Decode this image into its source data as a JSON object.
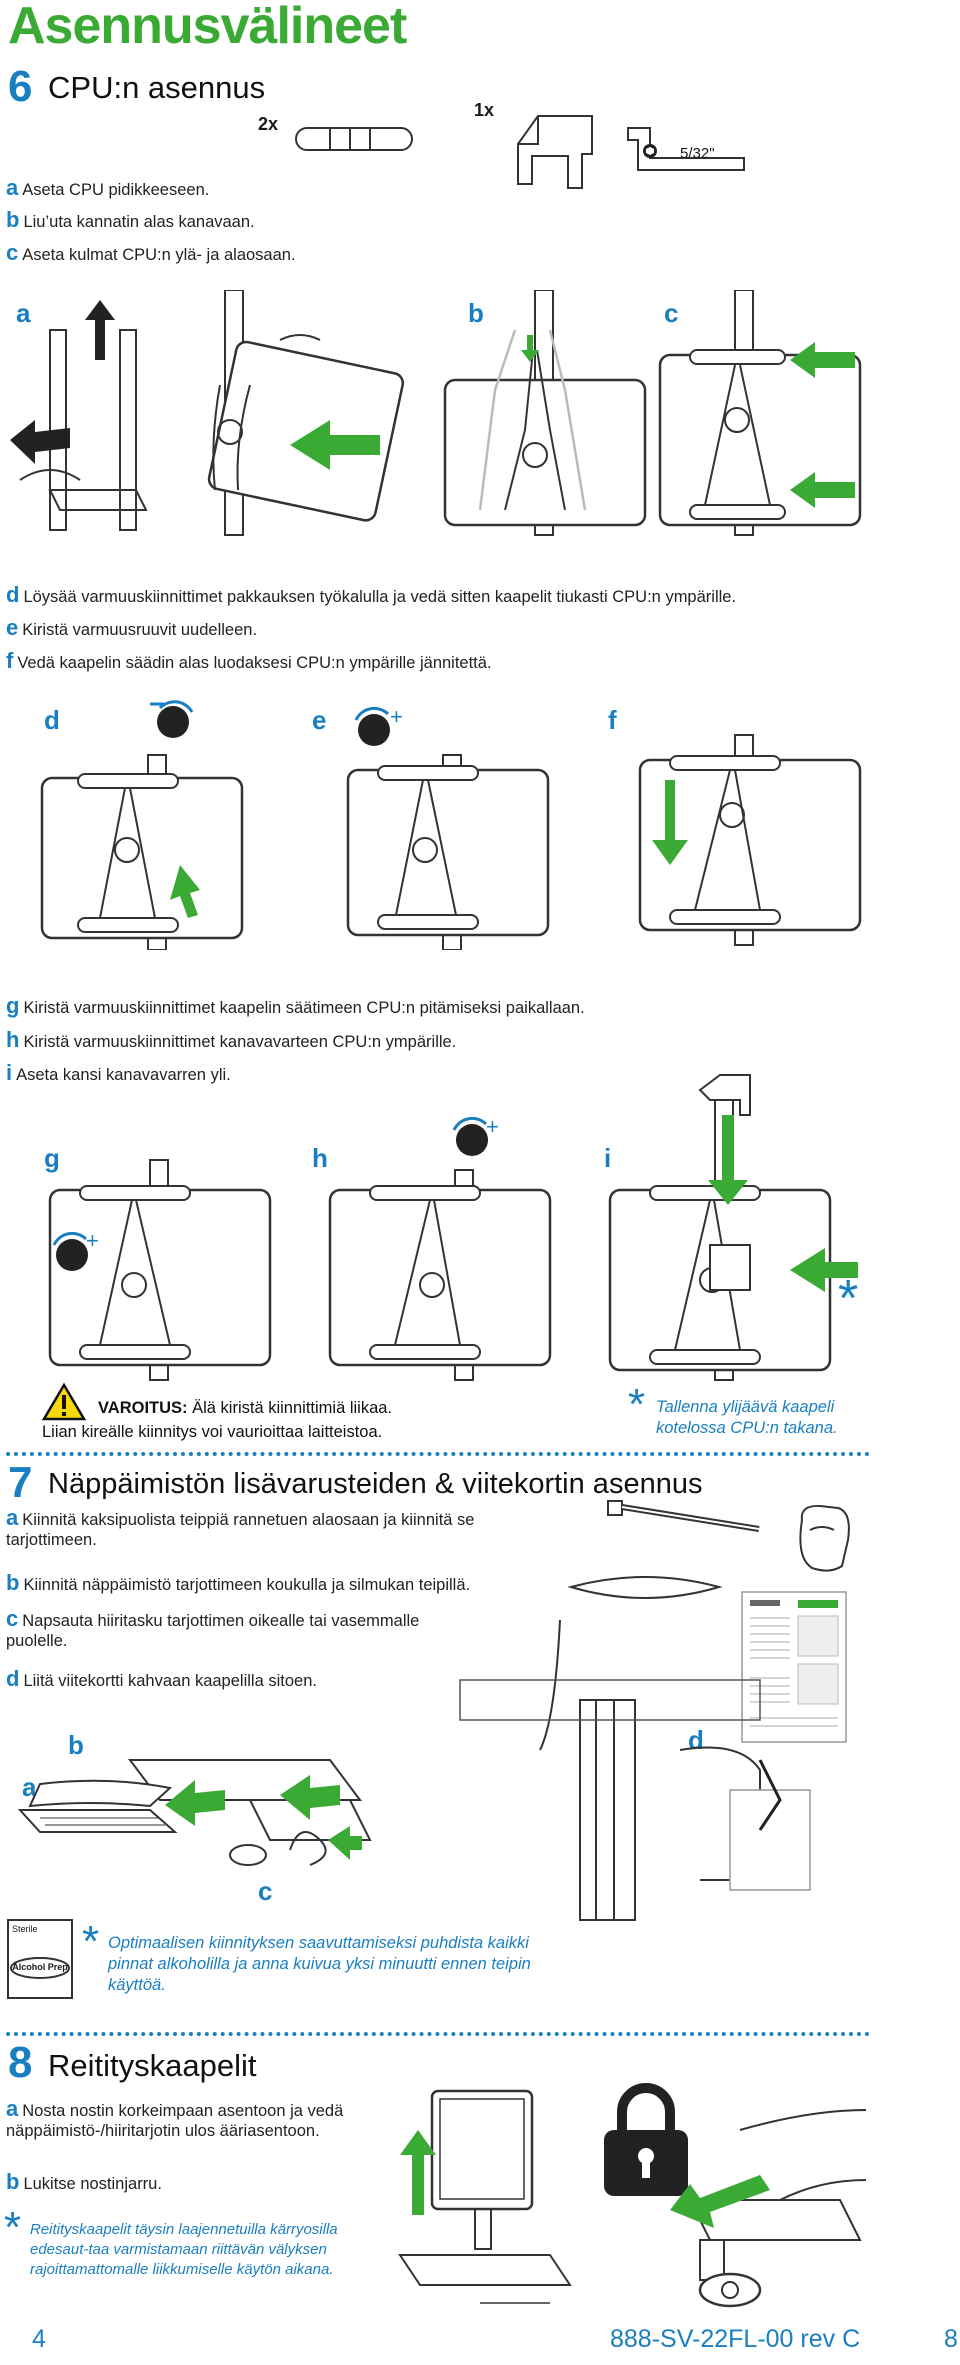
{
  "page": {
    "title": "Asennusvälineet",
    "page_number": "4",
    "doc_code": "888-SV-22FL-00 rev C",
    "edge_mark": "8"
  },
  "section6": {
    "number": "6",
    "title": "CPU:n asennus",
    "qty_straps": "2x",
    "qty_cover": "1x",
    "tool_label": "5/32\"",
    "steps": [
      {
        "letter": "a",
        "text": "Aseta CPU pidikkeeseen."
      },
      {
        "letter": "b",
        "text": "Liu’uta kannatin alas kanavaan."
      },
      {
        "letter": "c",
        "text": "Aseta kulmat CPU:n ylä- ja alaosaan."
      },
      {
        "letter": "d",
        "text": "Löysää varmuuskiinnittimet pakkauksen työkalulla ja vedä sitten kaapelit tiukasti CPU:n ympärille."
      },
      {
        "letter": "e",
        "text": "Kiristä varmuusruuvit uudelleen."
      },
      {
        "letter": "f",
        "text": "Vedä kaapelin säädin alas luodaksesi CPU:n ympärille jännitettä."
      },
      {
        "letter": "g",
        "text": "Kiristä varmuuskiinnittimet kaapelin säätimeen CPU:n pitämiseksi paikallaan."
      },
      {
        "letter": "h",
        "text": "Kiristä varmuuskiinnittimet kanavavarteen CPU:n ympärille."
      },
      {
        "letter": "i",
        "text": "Aseta kansi kanavavarren yli."
      }
    ],
    "panel_letters": [
      "a",
      "b",
      "c",
      "d",
      "e",
      "f",
      "g",
      "h",
      "i"
    ],
    "warning_label": "VAROITUS:",
    "warning_text": "Älä kiristä kiinnittimiä liikaa.",
    "warning_text2": "Liian kireälle kiinnitys voi vaurioittaa laitteistoa.",
    "note": "Tallenna ylijäävä kaapeli kotelossa CPU:n takana."
  },
  "section7": {
    "number": "7",
    "title": "Näppäimistön lisävarusteiden & viitekortin asennus",
    "steps": [
      {
        "letter": "a",
        "text": "Kiinnitä kaksipuolista teippiä rannetuen alaosaan ja kiinnitä se tarjottimeen."
      },
      {
        "letter": "b",
        "text": "Kiinnitä näppäimistö tarjottimeen koukulla ja silmukan teipillä."
      },
      {
        "letter": "c",
        "text": "Napsauta hiiritasku tarjottimen oikealle tai vasemmalle puolelle."
      },
      {
        "letter": "d",
        "text": "Liitä viitekortti kahvaan kaapelilla sitoen."
      }
    ],
    "pad_sterile": "Sterile",
    "pad_label": "Alcohol Prep",
    "note": "Optimaalisen kiinnityksen saavuttamiseksi puhdista kaikki pinnat alkoholilla ja anna kuivua yksi minuutti ennen teipin käyttöä."
  },
  "section8": {
    "number": "8",
    "title": "Reitityskaapelit",
    "steps": [
      {
        "letter": "a",
        "text": "Nosta nostin korkeimpaan asentoon ja vedä näppäimistö-/hiiritarjotin ulos ääriasentoon."
      },
      {
        "letter": "b",
        "text": "Lukitse nostinjarru."
      }
    ],
    "note": "Reitityskaapelit täysin laajennetuilla kärryosilla edesaut-taa varmistamaan riittävän välyksen rajoittamattomalle liikkumiselle käytön aikana."
  },
  "colors": {
    "brand_green": "#3aaa35",
    "brand_blue": "#1a7fc1",
    "warning_yellow": "#f5d90a"
  }
}
